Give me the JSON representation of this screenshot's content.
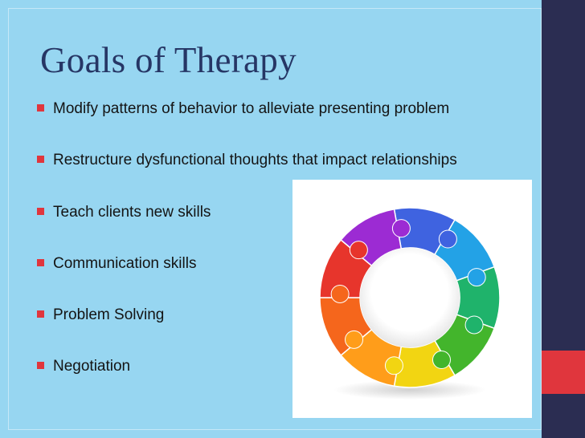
{
  "slide": {
    "title": "Goals of Therapy",
    "bullets": [
      "Modify patterns of behavior to alleviate presenting problem",
      "Restructure dysfunctional thoughts that impact relationships",
      "Teach clients new skills",
      "Communication skills",
      "Problem Solving",
      "Negotiation"
    ]
  },
  "colors": {
    "background": "#97d6f1",
    "title": "#263665",
    "accent": "#e0363d",
    "side_band": "#2b2d52"
  },
  "image": {
    "icon": "puzzle-ring-icon",
    "segment_colors": [
      "#3f63e0",
      "#23a2e6",
      "#1fb36b",
      "#43b52c",
      "#f2d512",
      "#ff9d1a",
      "#f5661c",
      "#e7352c",
      "#9c2bd3"
    ]
  }
}
